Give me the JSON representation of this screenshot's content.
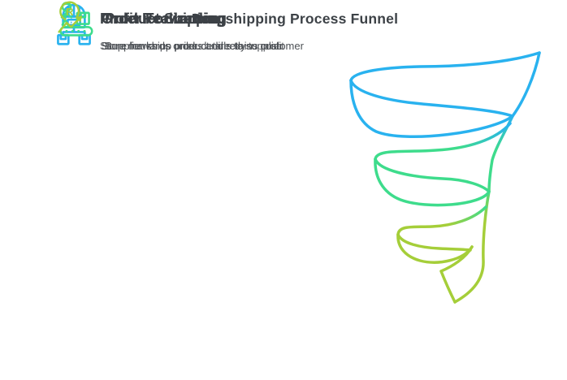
{
  "page": {
    "title": "Dropshipping Process Funnel",
    "background": "#ffffff",
    "title_color": "#3d4247"
  },
  "steps": [
    {
      "title": "Order Forwarding",
      "description": "Store forwards order details to supplier",
      "icon": "store-distribution-icon",
      "color": "#29b2ef"
    },
    {
      "title": "Product Shipping",
      "description": "Supplier ships product directly to customer",
      "icon": "conveyor-worker-icon",
      "color": "#3edc8c"
    },
    {
      "title": "Profit Realization",
      "description": "Store marks up prices and retains profit",
      "icon": "profit-growth-icon",
      "icon_letter": "R",
      "color": "#a5ce39"
    }
  ],
  "funnel": {
    "type": "spiral-funnel-illustration",
    "turns": 3,
    "colors_top_to_bottom": [
      "#29b2ef",
      "#3edc8c",
      "#a5ce39"
    ]
  }
}
